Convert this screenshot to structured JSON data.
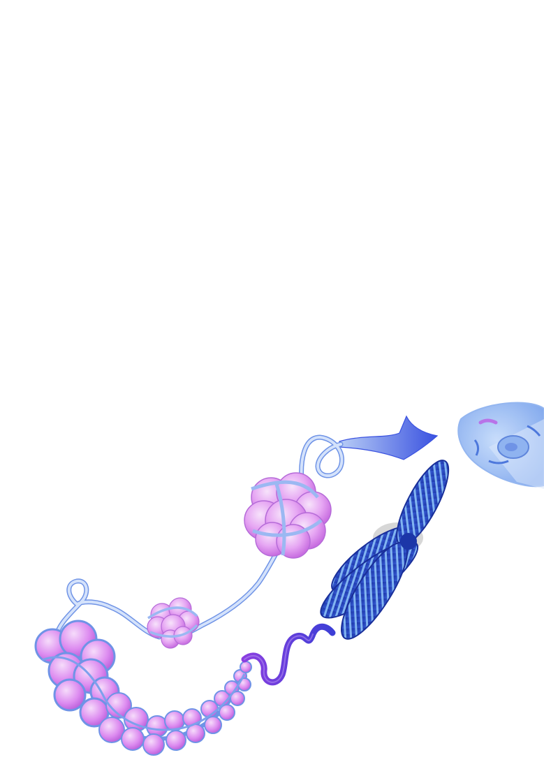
{
  "illustration": {
    "subject": "dna-packaging-from-cell-to-chromosome",
    "elements": [
      "cell",
      "dna-strand-ribbon",
      "dna-double-helix-coil",
      "histone-octamer-large",
      "histone-octamer-small",
      "nucleosome-fiber",
      "chromatin-coil",
      "chromosome"
    ]
  },
  "colors": {
    "background": "#ffffff",
    "histone_fill": "#e6a6f3",
    "histone_dark": "#c86de0",
    "histone_light": "#f4dcf9",
    "dna_strand": "#a9c3f5",
    "dna_edge": "#6f93e6",
    "chromosome_fill": "#2b4fc8",
    "chromosome_band": "#8fc6f7",
    "coil_violet": "#5b2fd6",
    "cell_fill": "#9dc0f4"
  }
}
